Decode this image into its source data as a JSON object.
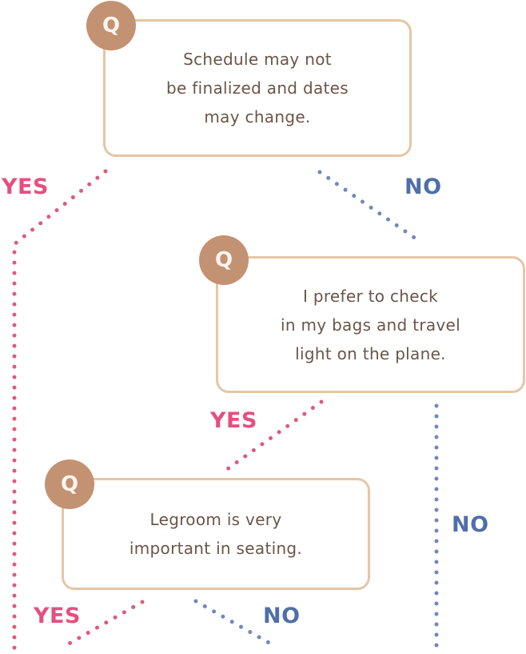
{
  "colors": {
    "yes": "#e54f7f",
    "no": "#4f6fa9",
    "box_border": "#e5c6a5",
    "q_badge": "#c39273",
    "text": "#6b5548"
  },
  "questions": [
    {
      "badge": "Q",
      "text": "Schedule may not\nbe finalized and dates\nmay change."
    },
    {
      "badge": "Q",
      "text": "I prefer to check\nin my bags and travel\nlight on the plane."
    },
    {
      "badge": "Q",
      "text": "Legroom is very\nimportant in seating."
    }
  ],
  "labels": {
    "q1_yes": "YES",
    "q1_no": "NO",
    "q2_yes": "YES",
    "q2_no": "NO",
    "q3_yes": "YES",
    "q3_no": "NO"
  }
}
